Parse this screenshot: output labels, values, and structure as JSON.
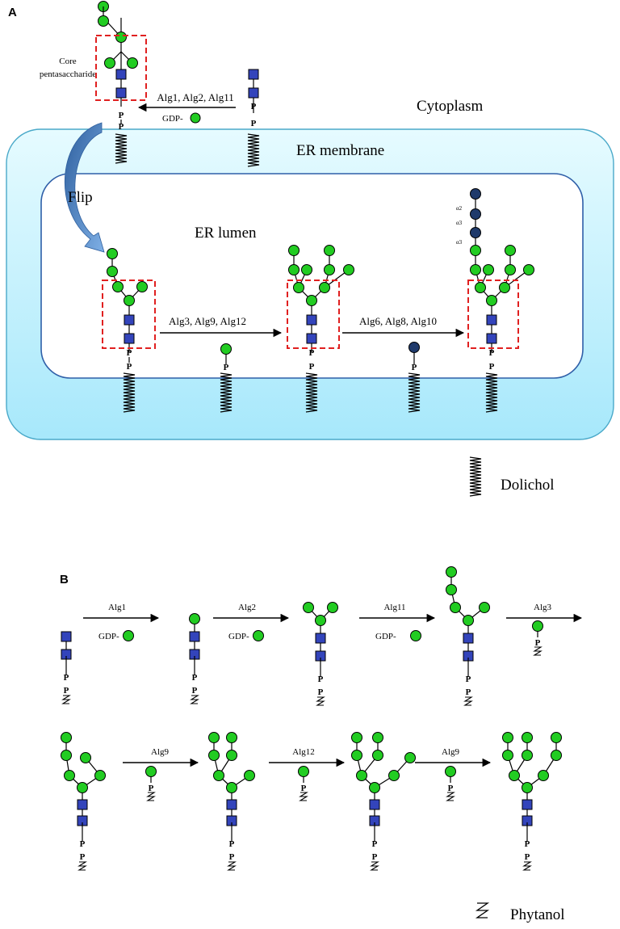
{
  "panel_a": {
    "label": "A",
    "cytoplasm": "Cytoplasm",
    "er_membrane": "ER membrane",
    "er_lumen": "ER lumen",
    "flip": "Flip",
    "core_line1": "Core",
    "core_line2": "pentasaccharide",
    "step1_enzymes": "Alg1, Alg2, Alg11",
    "step1_donor": "GDP-",
    "step2_enzymes": "Alg3, Alg9, Alg12",
    "step3_enzymes": "Alg6, Alg8, Alg10",
    "linkage_a2": "α2",
    "linkage_a3_1": "α3",
    "linkage_a3_2": "α3",
    "dolichol": "Dolichol",
    "phosphate": "P"
  },
  "panel_b": {
    "label": "B",
    "row1": [
      "Alg1",
      "Alg2",
      "Alg11",
      "Alg3"
    ],
    "row2": [
      "Alg9",
      "Alg12",
      "Alg9"
    ],
    "donor": "GDP-",
    "phytanol": "Phytanol",
    "phosphate": "P"
  },
  "colors": {
    "mannose": "#22cc22",
    "glucose": "#1f3a6b",
    "glcnac": "#3344bb",
    "membrane": "#bfefff",
    "membrane_edge": "#4aa9c9",
    "lumen_edge": "#2f5fa8",
    "core_box": "#e02020",
    "flip_arrow": "#3a6fb0"
  }
}
